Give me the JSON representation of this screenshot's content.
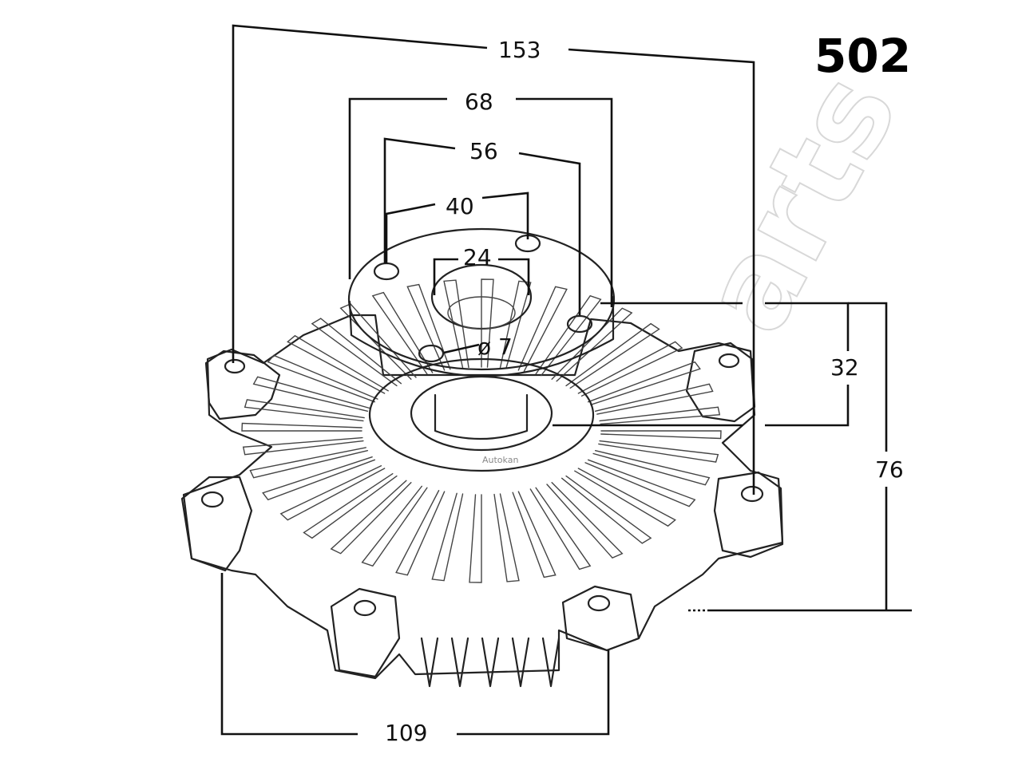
{
  "part_number": "502",
  "watermark": "arts",
  "maker_mark": "Autokan",
  "dimensions": {
    "overall_width": "153",
    "outer_bolt_span": "68",
    "hub_bolt_circle": "56",
    "hub_hole_span": "40",
    "center_bore": "24",
    "bolt_hole": "ø 7",
    "hub_height": "32",
    "total_height": "76",
    "base_bolt_span": "109"
  }
}
